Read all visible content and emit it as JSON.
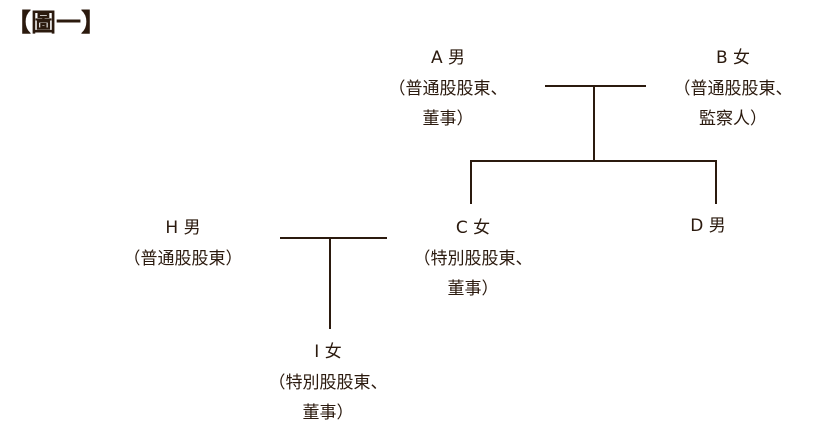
{
  "title": "【圖一】",
  "nodes": {
    "A": {
      "name": "A 男",
      "role1": "（普通股股東、",
      "role2": "董事）"
    },
    "B": {
      "name": "B 女",
      "role1": "（普通股股東、",
      "role2": "監察人）"
    },
    "C": {
      "name": "C 女",
      "role1": "（特別股股東、",
      "role2": "董事）"
    },
    "D": {
      "name": "D 男"
    },
    "H": {
      "name": "H 男",
      "role1": "（普通股股東）"
    },
    "I": {
      "name": "I 女",
      "role1": "（特別股股東、",
      "role2": "董事）"
    }
  }
}
